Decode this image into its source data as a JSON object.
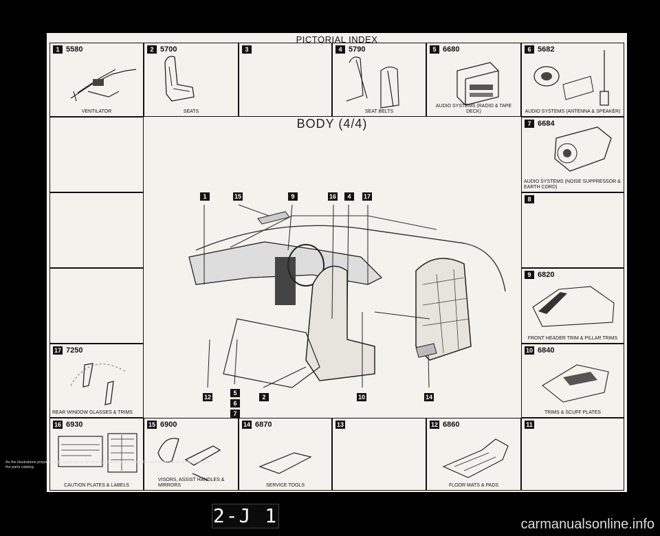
{
  "title": "PICTORIAL INDEX",
  "body_title": "BODY (4/4)",
  "top_cells": [
    {
      "badge": "1",
      "code": "5580",
      "caption": "VENTILATOR"
    },
    {
      "badge": "2",
      "code": "5700",
      "caption": "SEATS"
    },
    {
      "badge": "3",
      "code": "",
      "caption": ""
    },
    {
      "badge": "4",
      "code": "5790",
      "caption": "SEAT BELTS"
    },
    {
      "badge": "5",
      "code": "6680",
      "caption": "AUDIO SYSTEMS (RADIO & TAPE DECK)"
    },
    {
      "badge": "6",
      "code": "5682",
      "caption": "AUDIO SYSTEMS (ANTENNA & SPEAKER)"
    }
  ],
  "right_cells": [
    {
      "badge": "7",
      "code": "6684",
      "caption": "AUDIO SYSTEMS (NOISE SUPPRESSOR & EARTH CORD)"
    },
    {
      "badge": "8",
      "code": "",
      "caption": ""
    },
    {
      "badge": "9",
      "code": "6820",
      "caption": "FRONT HEADER TRIM & PILLAR TRIMS"
    },
    {
      "badge": "10",
      "code": "6840",
      "caption": "TRIMS & SCUFF PLATES"
    }
  ],
  "left_cells": [
    {
      "badge": "17",
      "code": "7250",
      "caption": "REAR WINDOW GLASSES & TRIMS"
    }
  ],
  "bottom_cells": [
    {
      "badge": "16",
      "code": "6930",
      "caption": "CAUTION PLATES & LABELS"
    },
    {
      "badge": "15",
      "code": "6900",
      "caption": "VISORS, ASSIST HANDLES & MIRRORS"
    },
    {
      "badge": "14",
      "code": "6870",
      "caption": "SERVICE TOOLS"
    },
    {
      "badge": "13",
      "code": "",
      "caption": ""
    },
    {
      "badge": "12",
      "code": "6860",
      "caption": "FLOOR MATS & PADS"
    },
    {
      "badge": "11",
      "code": "",
      "caption": ""
    }
  ],
  "callouts_top": [
    "1",
    "15",
    "9",
    "16",
    "4",
    "17"
  ],
  "callouts_bottom": [
    "12",
    "5",
    "6",
    "7",
    "2",
    "10",
    "14"
  ],
  "footnote": "As the illustrations prepared to be applicable to all models, some parts are different in specifications from the parts listed in the parts catalog.",
  "page_number": "2-J 1",
  "watermark": "carmanualsonline.info"
}
